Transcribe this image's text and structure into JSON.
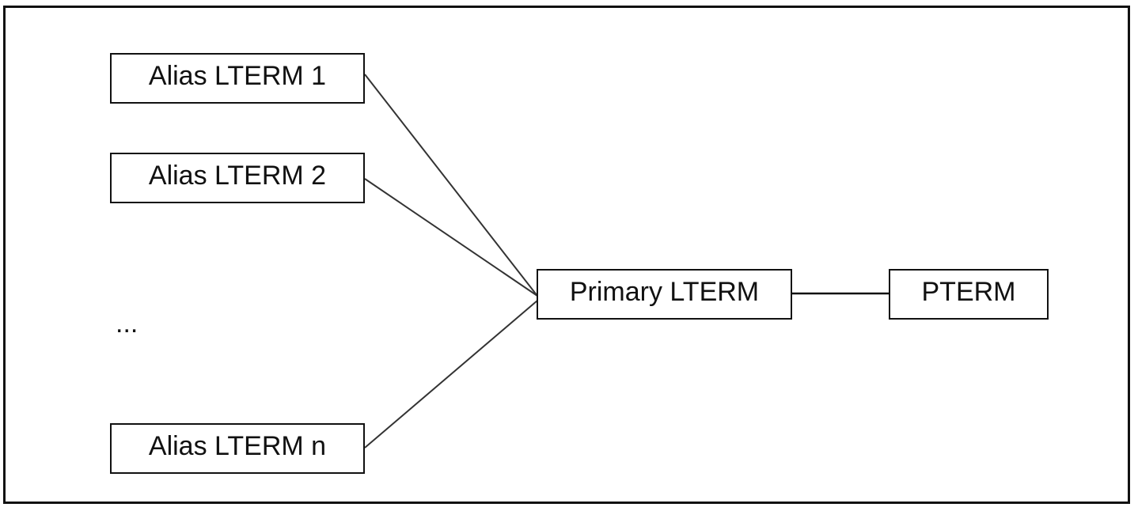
{
  "diagram": {
    "nodes": {
      "alias_1": "Alias LTERM 1",
      "alias_2": "Alias LTERM 2",
      "alias_n": "Alias LTERM n",
      "primary": "Primary LTERM",
      "pterm": "PTERM"
    },
    "ellipsis": "...",
    "edges": [
      {
        "from": "alias_1",
        "to": "primary"
      },
      {
        "from": "alias_2",
        "to": "primary"
      },
      {
        "from": "alias_n",
        "to": "primary"
      },
      {
        "from": "primary",
        "to": "pterm"
      }
    ]
  }
}
